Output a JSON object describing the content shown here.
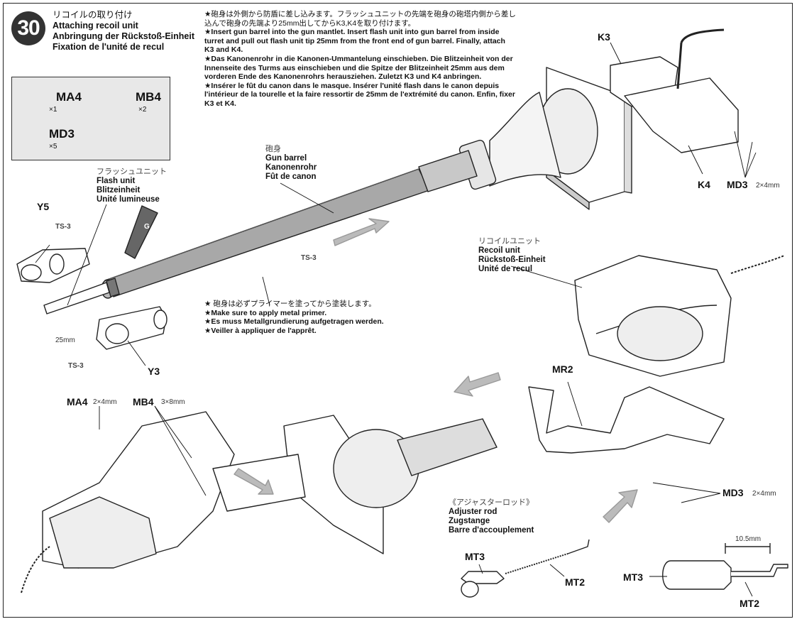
{
  "step": {
    "number": "30",
    "title_jp": "リコイルの取り付け",
    "title_en": "Attaching recoil unit",
    "title_de": "Anbringung der Rückstoß-Einheit",
    "title_fr": "Fixation de l'unité de recul"
  },
  "parts": [
    {
      "code": "MA4",
      "qty": "×1"
    },
    {
      "code": "MB4",
      "qty": "×2"
    },
    {
      "code": "MD3",
      "qty": "×5"
    }
  ],
  "instructions": {
    "jp": "★砲身は外側から防盾に差し込みます。フラッシュユニットの先端を砲身の砲塔内側から差し込んで砲身の先端より25mm出してからK3,K4を取り付けます。",
    "en": "★Insert gun barrel into the gun mantlet. Insert flash unit into gun barrel from inside turret and pull out flash unit tip 25mm from the front end of gun barrel. Finally, attach K3 and K4.",
    "de": "★Das Kanonenrohr in die Kanonen-Ummantelung einschieben. Die Blitzeinheit von der Innenseite des Turms aus einschieben und die Spitze der Blitzeinheit 25mm aus dem vorderen Ende des Kanonenrohrs herausziehen. Zuletzt K3 und K4 anbringen.",
    "fr": "★Insérer le fût du canon dans le masque. Insérer l'unité flash dans le canon depuis l'intérieur de la tourelle et la faire ressortir de 25mm de l'extrémité du canon. Enfin, fixer K3 et K4."
  },
  "labels": {
    "gun_barrel": {
      "jp": "砲身",
      "en": "Gun barrel",
      "de": "Kanonenrohr",
      "fr": "Fût de canon"
    },
    "flash_unit": {
      "jp": "フラッシュユニット",
      "en": "Flash unit",
      "de": "Blitzeinheit",
      "fr": "Unité lumineuse"
    },
    "recoil_unit": {
      "jp": "リコイルユニット",
      "en": "Recoil unit",
      "de": "Rückstoß-Einheit",
      "fr": "Unité de recul"
    },
    "adjuster_rod": {
      "jp": "《アジャスターロッド》",
      "en": "Adjuster rod",
      "de": "Zugstange",
      "fr": "Barre d'accouplement"
    }
  },
  "primer_note": {
    "jp": "★ 砲身は必ずプライマーを塗ってから塗装します。",
    "en": "★Make sure to apply metal primer.",
    "de": "★Es muss Metallgrundierung aufgetragen werden.",
    "fr": "★Veiller à appliquer de l'apprêt."
  },
  "codes": {
    "k3": "K3",
    "k4": "K4",
    "md3_top": "MD3",
    "md3_top_dim": "2×4mm",
    "y5": "Y5",
    "y3": "Y3",
    "ts3_a": "TS-3",
    "ts3_b": "TS-3",
    "ts3_c": "TS-3",
    "g_part": "G",
    "dim_25": "25mm",
    "ma4": "MA4",
    "ma4_dim": "2×4mm",
    "mb4": "MB4",
    "mb4_dim": "3×8mm",
    "mr2": "MR2",
    "md3_bottom": "MD3",
    "md3_bottom_dim": "2×4mm",
    "mt3_a": "MT3",
    "mt2_a": "MT2",
    "mt3_b": "MT3",
    "mt2_b": "MT2",
    "dim_105": "10.5mm"
  }
}
